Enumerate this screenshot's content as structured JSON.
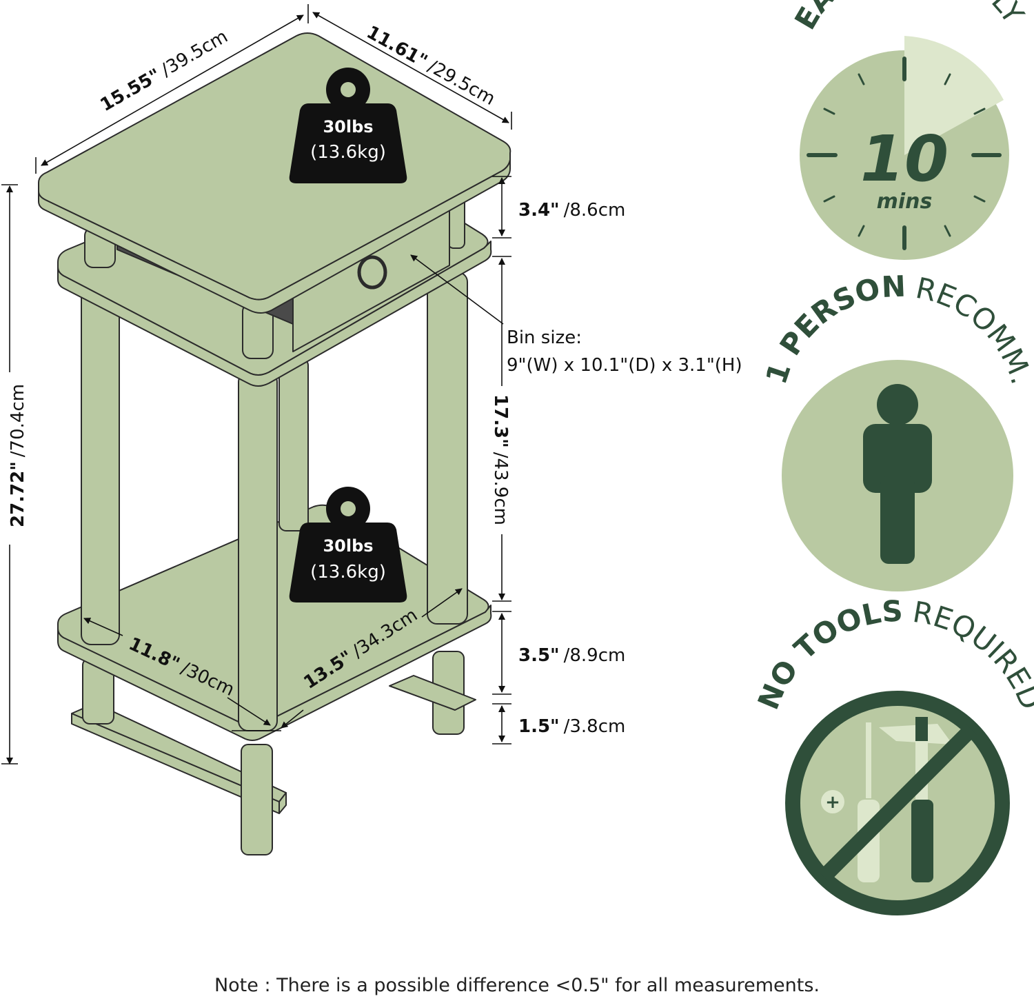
{
  "dimensions": {
    "top_width_in": "15.55\"",
    "top_width_cm": "/39.5cm",
    "top_depth_in": "11.61\"",
    "top_depth_cm": "/29.5cm",
    "height_in": "27.72\"",
    "height_cm": "/70.4cm",
    "drawer_in": "3.4\"",
    "drawer_cm": "/8.6cm",
    "middle_in": "17.3\"",
    "middle_cm": "/43.9cm",
    "lower_in": "3.5\"",
    "lower_cm": "/8.9cm",
    "bottom_in": "1.5\"",
    "bottom_cm": "/3.8cm",
    "shelf_depth_in": "11.8\"",
    "shelf_depth_cm": "/30cm",
    "shelf_width_in": "13.5\"",
    "shelf_width_cm": "/34.3cm"
  },
  "bin": {
    "label": "Bin size:",
    "size": "9\"(W) x 10.1\"(D) x 3.1\"(H)"
  },
  "weights": {
    "top": {
      "lbs": "30lbs",
      "kg": "(13.6kg)"
    },
    "bottom": {
      "lbs": "30lbs",
      "kg": "(13.6kg)"
    }
  },
  "badges": {
    "assembly": {
      "bold": "EASY",
      "regular": "ASSEMBLY",
      "minutes": "10",
      "unit": "mins",
      "icon": "clock-icon"
    },
    "person": {
      "bold": "1 PERSON",
      "regular": "RECOMM.",
      "icon": "person-icon"
    },
    "tools": {
      "bold": "NO TOOLS",
      "regular": "REQUIRED",
      "icon": "no-tools-icon"
    }
  },
  "colors": {
    "table_fill": "#b9c9a2",
    "badge_fill": "#b9c9a2",
    "badge_dark": "#2f4f3a",
    "badge_light": "#dde7cc",
    "weight_fill": "#111111"
  },
  "note": "Note : There is a possible difference <0.5\" for all measurements."
}
